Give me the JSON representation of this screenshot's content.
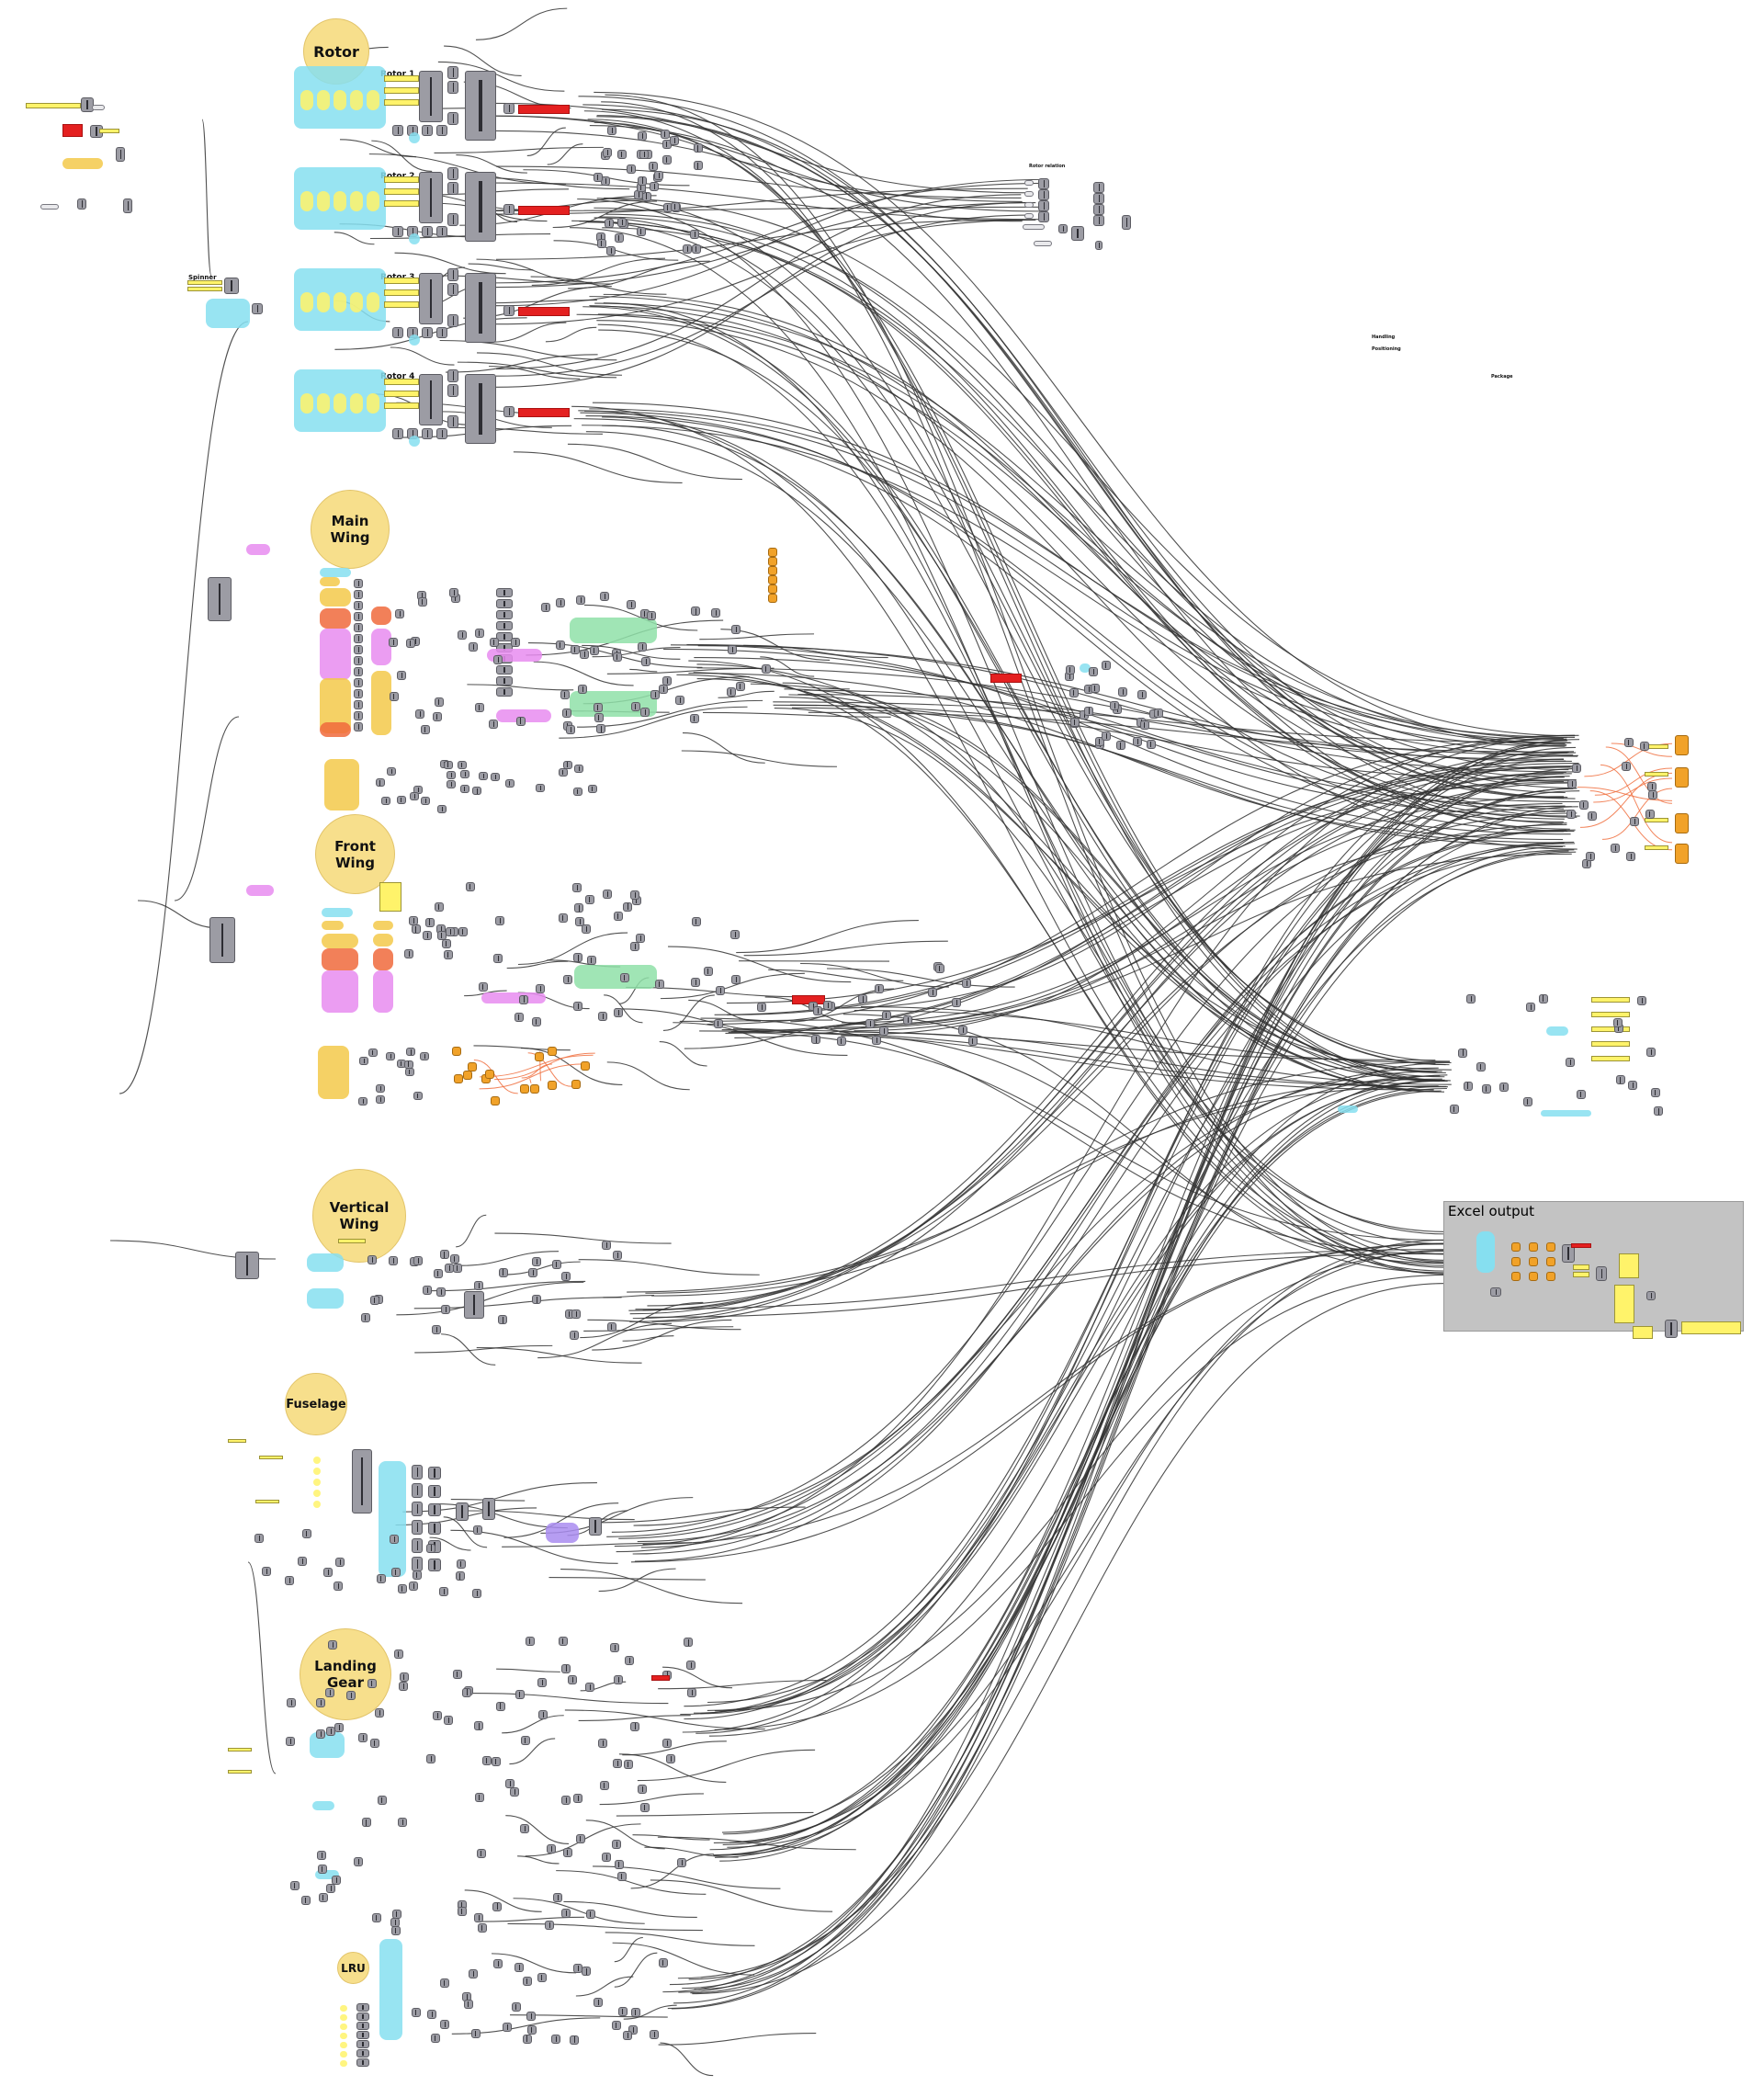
{
  "canvas": {
    "background": "#ffffff",
    "wire_color": "#333333",
    "highlight_wire_color": "#f07040"
  },
  "sections": [
    {
      "id": "rotor",
      "label": "Rotor"
    },
    {
      "id": "main_wing",
      "label": "Main Wing"
    },
    {
      "id": "front_wing",
      "label": "Front Wing"
    },
    {
      "id": "vertical_wing",
      "label": "Vertical Wing"
    },
    {
      "id": "fuselage",
      "label": "Fuselage"
    },
    {
      "id": "landing_gear",
      "label": "Landing Gear"
    },
    {
      "id": "lru",
      "label": "LRU"
    }
  ],
  "groups": {
    "excel_output": {
      "title": "Excel output"
    }
  },
  "labels": {
    "rotor_sub": [
      "Rotor 1",
      "Rotor 2",
      "Rotor 3",
      "Rotor 4"
    ],
    "spinner": "Spinner",
    "rotor_relation": "Rotor relation",
    "right_notes": [
      "Handling",
      "Positioning",
      "Package"
    ]
  },
  "colors": {
    "section_badge": "#f7df8c",
    "group_cyan": "#86dff0",
    "group_yellow": "#f3c94a",
    "group_pink": "#e88cf0",
    "group_orange": "#f06a3c",
    "group_green": "#8fe0a8",
    "group_purple": "#a98cf0",
    "panel_yellow": "#fff36a",
    "node_grey": "#9c9ca4",
    "error_red": "#e42020",
    "output_orange": "#f1a229",
    "excel_group_bg": "#c3c3c3"
  }
}
